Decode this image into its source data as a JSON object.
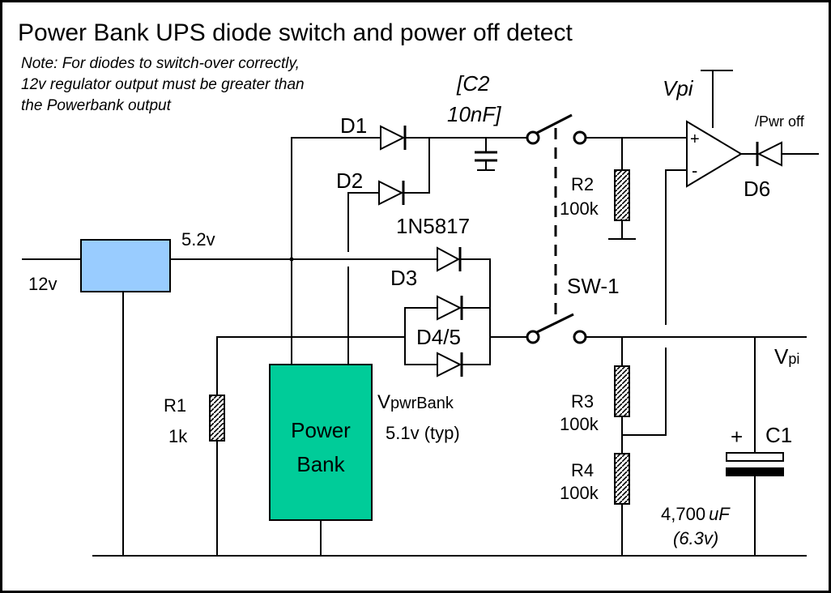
{
  "title": "Power Bank UPS diode switch and power off detect",
  "note": {
    "line1": "Note: For diodes to switch-over correctly,",
    "line2": "12v regulator output must be greater than",
    "line3": "the Powerbank output"
  },
  "labels": {
    "input_12v": "12v",
    "reg_out": "5.2v",
    "d1": "D1",
    "d2": "D2",
    "diode_part": "1N5817",
    "d3": "D3",
    "d45": "D4/5",
    "c2_line1": "[C2",
    "c2_line2": "10nF]",
    "r2": "R2",
    "r2_value": "100k",
    "vpi_top": "Vpi",
    "pwr_off": "/Pwr off",
    "d6": "D6",
    "sw1": "SW-1",
    "vpi_v": "V",
    "vpi_sub": "pi",
    "r1": "R1",
    "r1_value": "1k",
    "power_bank_line1": "Power",
    "power_bank_line2": "Bank",
    "vpwr_v": "V",
    "vpwr_sub": "pwrBank",
    "vpwr_typ": "5.1v (typ)",
    "r3": "R3",
    "r3_value": "100k",
    "r4": "R4",
    "r4_value": "100k",
    "c1": "C1",
    "c1_plus": "+",
    "c1_value_num": "4,700",
    "c1_value_unit": "uF",
    "c1_rating": "(6.3v)",
    "opamp_plus": "+",
    "opamp_minus": "-"
  },
  "colors": {
    "background": "#ffffff",
    "ink": "#000000",
    "regulator": "#99ccff",
    "power_bank": "#00cc99"
  }
}
